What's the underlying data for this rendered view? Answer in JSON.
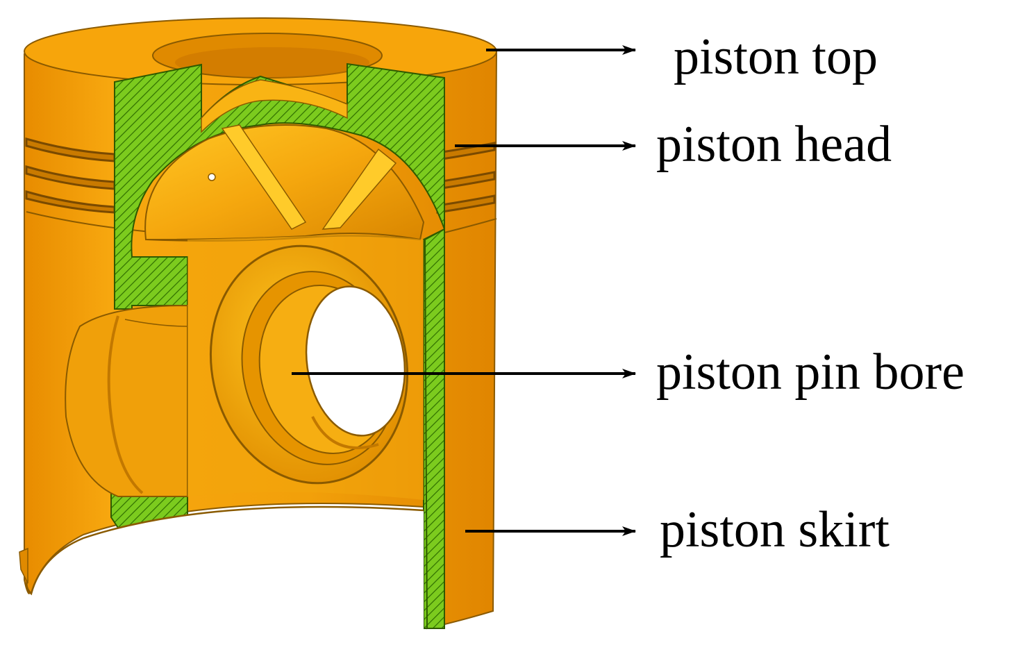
{
  "colors": {
    "body": "#F2A20C",
    "body_light": "#FFC21A",
    "body_dark": "#C97A00",
    "section_hatch": "#7CCB1E",
    "outline": "#5A3A00",
    "arrow": "#000000"
  },
  "labels": [
    {
      "id": "piston-top",
      "text": "piston top"
    },
    {
      "id": "piston-head",
      "text": "piston head"
    },
    {
      "id": "piston-pin-bore",
      "text": "piston pin bore"
    },
    {
      "id": "piston-skirt",
      "text": "piston skirt"
    }
  ]
}
